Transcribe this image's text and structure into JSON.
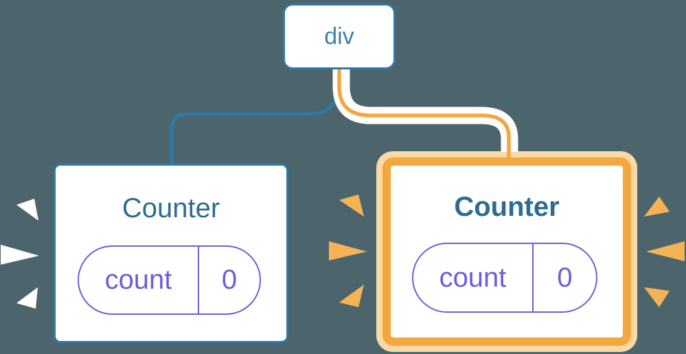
{
  "tree": {
    "root_label": "div",
    "children": [
      {
        "title": "Counter",
        "state_key": "count",
        "state_value": "0",
        "highlighted": false
      },
      {
        "title": "Counter",
        "state_key": "count",
        "state_value": "0",
        "highlighted": true
      }
    ]
  },
  "icons": {
    "left_card_sparks": "burst-icon-white",
    "right_card_sparks": "burst-icon-orange"
  },
  "colors": {
    "bg": "#4C656D",
    "white": "#FFFFFF",
    "blue": "#2E79A8",
    "blue-text": "#3E81AD",
    "title-blue": "#2D6C92",
    "purple": "#6A5FD6",
    "orange": "#F3A73F",
    "orange-light": "#FBD9A6",
    "spark-orange": "#F6B356"
  }
}
